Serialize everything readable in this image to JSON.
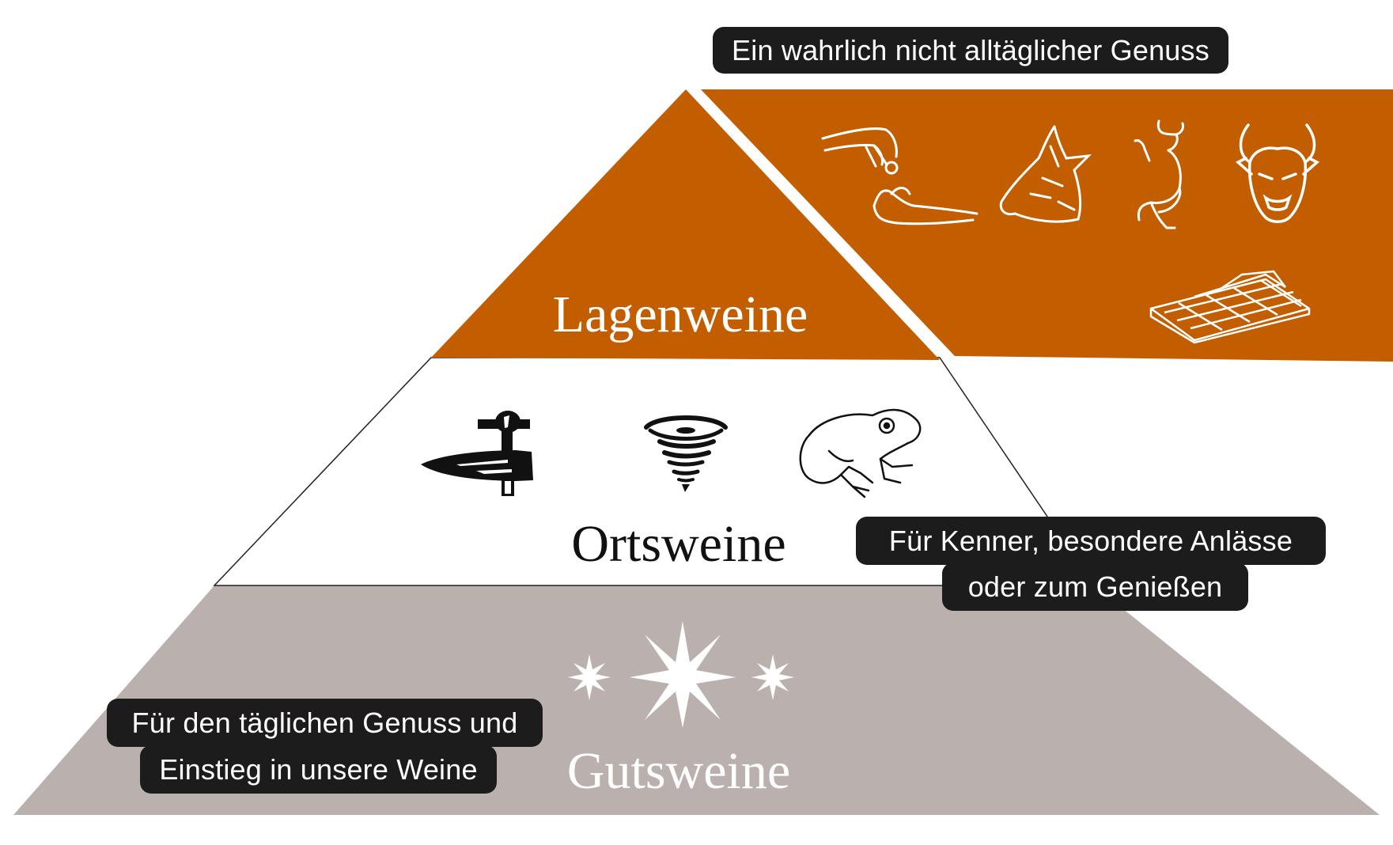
{
  "colors": {
    "lagen": "#c25e00",
    "orts": "#ffffff",
    "guts": "#bab1ae",
    "pill_bg": "#1c1c1c",
    "pill_text": "#ffffff",
    "outline": "#222222"
  },
  "callouts": {
    "top": "Ein wahrlich nicht alltäglicher Genuss",
    "middle_line1": "Für Kenner, besondere Anlässe",
    "middle_line2": "oder zum Genießen",
    "bottom_line1": "Für den täglichen Genuss und",
    "bottom_line2": "Einstieg in unsere Weine"
  },
  "tiers": [
    {
      "label": "Lagenweine",
      "icons": [
        "hands-coin-icon",
        "boar-head-icon",
        "devil-bull-icon",
        "demon-mask-icon",
        "gold-bars-icon"
      ]
    },
    {
      "label": "Ortsweine",
      "icons": [
        "hammer-chisel-icon",
        "tornado-icon",
        "frog-icon"
      ]
    },
    {
      "label": "Gutsweine",
      "icons": [
        "small-star-icon",
        "large-star-icon",
        "small-star-icon"
      ]
    }
  ]
}
